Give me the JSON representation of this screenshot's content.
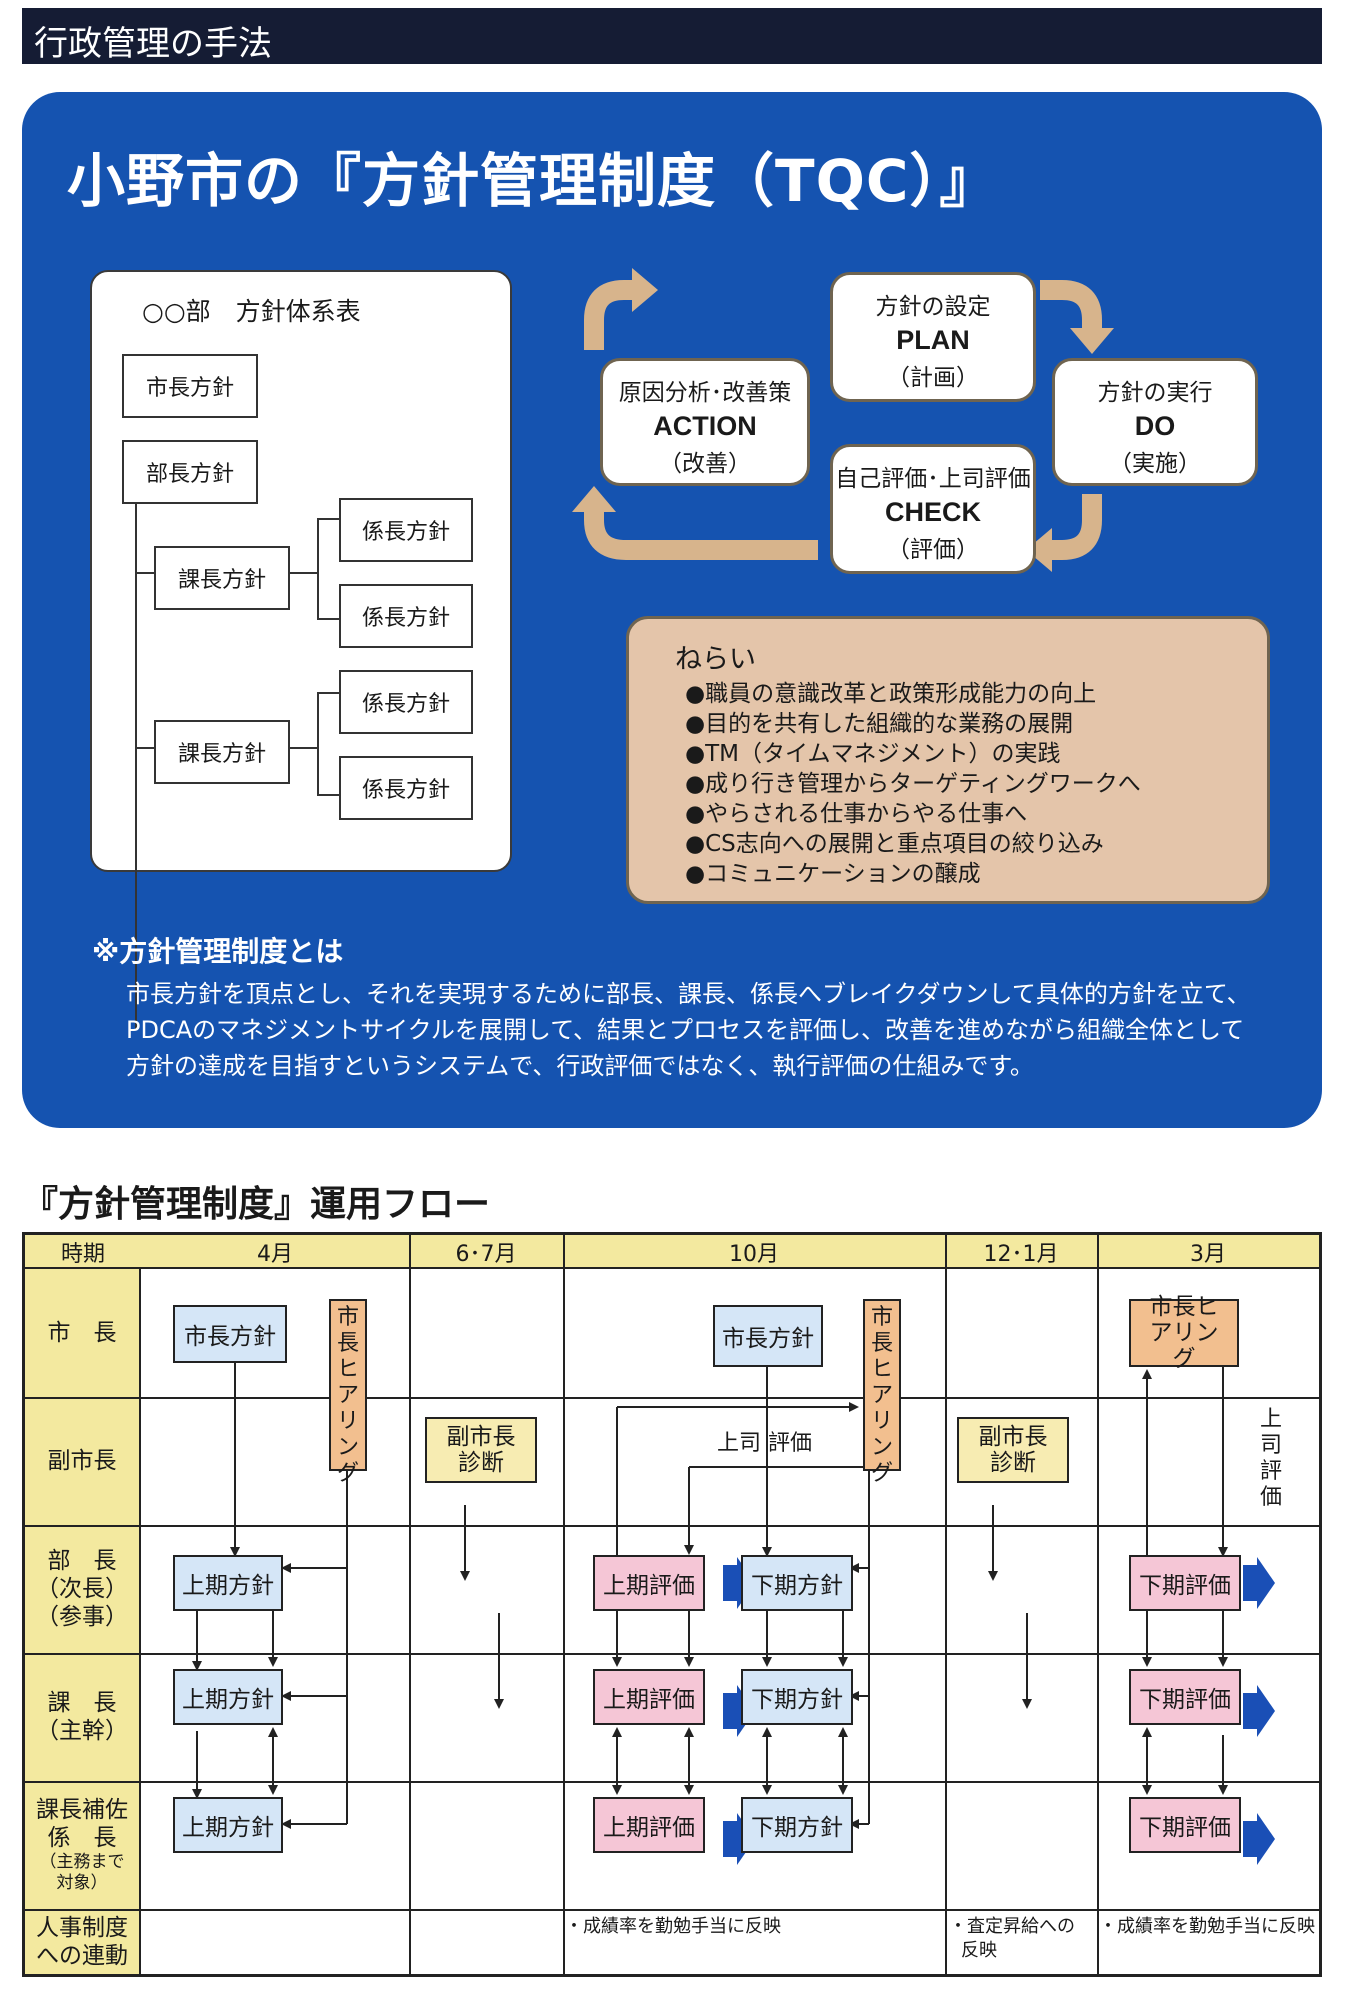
{
  "header": {
    "title": "行政管理の手法"
  },
  "panel": {
    "title": "小野市の『方針管理制度（TQC）』",
    "tree": {
      "title": "○○部　方針体系表",
      "mayor": "市長方針",
      "director": "部長方針",
      "section_a": "課長方針",
      "section_b": "課長方針",
      "chief_1": "係長方針",
      "chief_2": "係長方針",
      "chief_3": "係長方針",
      "chief_4": "係長方針"
    },
    "cycle": {
      "plan": {
        "line1": "方針の設定",
        "line2": "PLAN",
        "line3": "（計画）"
      },
      "do": {
        "line1": "方針の実行",
        "line2": "DO",
        "line3": "（実施）"
      },
      "check": {
        "line1": "自己評価･上司評価",
        "line2": "CHECK",
        "line3": "（評価）"
      },
      "action": {
        "line1": "原因分析･改善策",
        "line2": "ACTION",
        "line3": "（改善）"
      }
    },
    "aims": {
      "title": "ねらい",
      "items": [
        "●職員の意識改革と政策形成能力の向上",
        "●目的を共有した組織的な業務の展開",
        "●TM（タイムマネジメント）の実践",
        "●成り行き管理からターゲティングワークへ",
        "●やらされる仕事からやる仕事へ",
        "●CS志向への展開と重点項目の絞り込み",
        "●コミュニケーションの醸成"
      ]
    },
    "definition": {
      "title": "※方針管理制度とは",
      "text": "市長方針を頂点とし、それを実現するために部長、課長、係長へブレイクダウンして具体的方針を立て、PDCAのマネジメントサイクルを展開して、結果とプロセスを評価し、改善を進めながら組織全体として方針の達成を目指すというシステムで、行政評価ではなく、執行評価の仕組みです。"
    }
  },
  "flow": {
    "title": "『方針管理制度』運用フロー",
    "corner": "時期",
    "columns": [
      "4月",
      "6･7月",
      "10月",
      "12･1月",
      "3月"
    ],
    "rows": {
      "mayor": "市　長",
      "vice": "副市長",
      "director_1": "部　長",
      "director_2": "（次長）",
      "director_3": "（参事）",
      "section_1": "課　長",
      "section_2": "（主幹）",
      "asst_1": "課長補佐",
      "asst_2": "係　長",
      "asst_3": "（主務まで",
      "asst_4": "対象）",
      "hr_1": "人事制度",
      "hr_2": "への連動"
    },
    "boxes": {
      "mayor_policy_apr": "市長方針",
      "mayor_policy_oct": "市長方針",
      "hearing_apr": "市長ヒアリング",
      "hearing_oct": "市長ヒアリング",
      "hearing_mar": "市長ヒアリング",
      "vice_diag_jun": "副市長診断",
      "vice_diag_dec": "副市長診断",
      "first_policy": "上期方針",
      "first_eval": "上期評価",
      "second_policy": "下期方針",
      "second_eval": "下期評価"
    },
    "labels": {
      "superior_eval": "上司 評価",
      "superior_eval_vertical": "上司評価"
    },
    "hr_notes": {
      "oct": "・成績率を勤勉手当に反映",
      "dec_1": "・査定昇給への",
      "dec_2": "反映",
      "mar": "・成績率を勤勉手当に反映"
    }
  },
  "colors": {
    "header_bg": "#151c34",
    "panel_bg": "#1553b0",
    "cycle_arrow": "#d7b48c",
    "aims_bg": "#e4c5aa",
    "table_header": "#f3e99f",
    "policy_box": "#d5e6f7",
    "eval_box": "#f5c6d6",
    "hearing_box": "#f2bf8f",
    "diagnosis_box": "#f7ecb2",
    "progress_arrow": "#1a4fb6"
  }
}
